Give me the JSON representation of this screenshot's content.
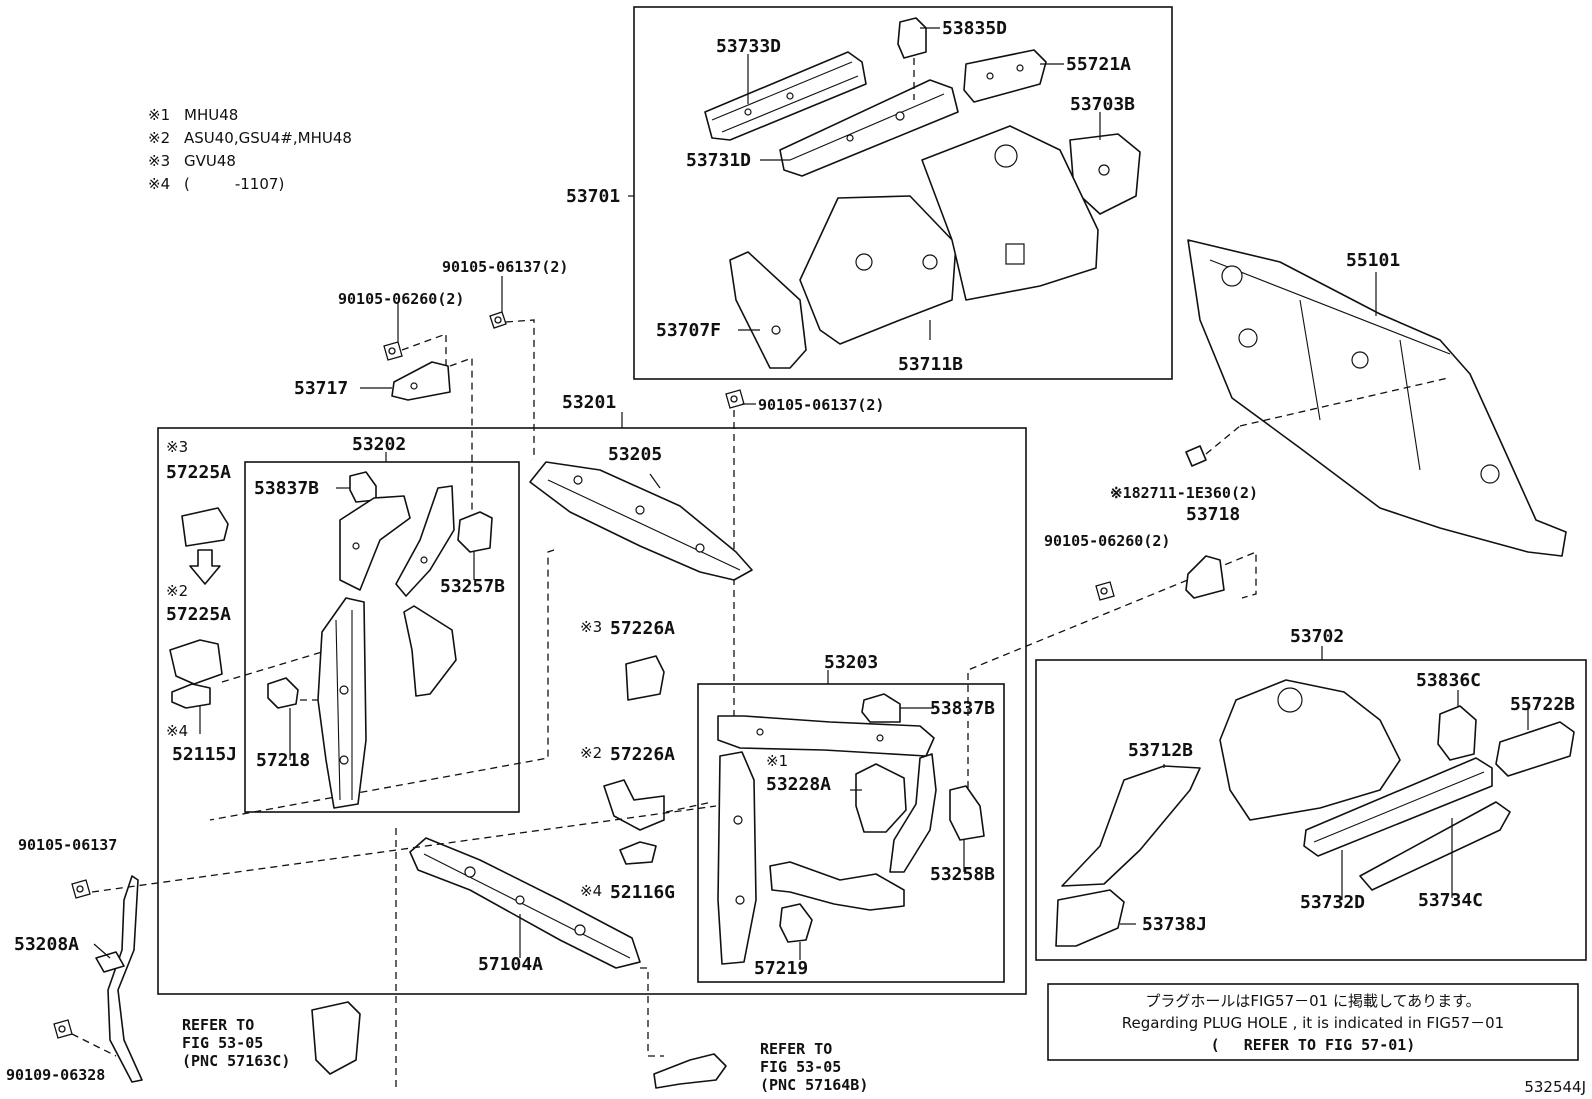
{
  "notes": [
    {
      "mark": "※1",
      "text": "MHU48"
    },
    {
      "mark": "※2",
      "text": "ASU40,GSU4#,MHU48"
    },
    {
      "mark": "※3",
      "text": "GVU48"
    },
    {
      "mark": "※4",
      "text": "(　　　-1107)"
    }
  ],
  "labels": {
    "p53733D": "53733D",
    "p53835D": "53835D",
    "p55721A": "55721A",
    "p53703B": "53703B",
    "p53731D": "53731D",
    "p53701": "53701",
    "p53707F": "53707F",
    "p53711B": "53711B",
    "p55101": "55101",
    "p90105_06137_2a": "90105-06137(2)",
    "p90105_06260_2a": "90105-06260(2)",
    "p53717": "53717",
    "p53201": "53201",
    "p90105_06137_2b": "90105-06137(2)",
    "m3a": "※3",
    "p57225A_1": "57225A",
    "m2a": "※2",
    "p57225A_2": "57225A",
    "m4a": "※4",
    "p52115J": "52115J",
    "p53202": "53202",
    "p53837B_1": "53837B",
    "p53257B": "53257B",
    "p57218": "57218",
    "p53205": "53205",
    "p82711": "※182711-1E360(2)",
    "p53718": "53718",
    "p90105_06260_2b": "90105-06260(2)",
    "m3b": "※3",
    "p57226A_1": "57226A",
    "m2b": "※2",
    "p57226A_2": "57226A",
    "m4b": "※4",
    "p52116G": "52116G",
    "p53203": "53203",
    "p53837B_2": "53837B",
    "m1": "※1",
    "p53228A": "53228A",
    "p53258B": "53258B",
    "p57219": "57219",
    "p57104A": "57104A",
    "p53702": "53702",
    "p53836C": "53836C",
    "p55722B": "55722B",
    "p53712B": "53712B",
    "p53732D": "53732D",
    "p53734C": "53734C",
    "p53738J": "53738J",
    "p90105_06137_c": "90105-06137",
    "p53208A": "53208A",
    "p90109_06328": "90109-06328"
  },
  "refer_left": {
    "l1": "REFER TO",
    "l2": "FIG 53-05",
    "l3": "(PNC 57163C)"
  },
  "refer_mid": {
    "l1": "REFER TO",
    "l2": "FIG 53-05",
    "l3": "(PNC 57164B)"
  },
  "info_box": {
    "line1": "プラグホールはFIG57－01 に掲載してあります。",
    "line2": "Regarding PLUG HOLE , it is indicated in FIG57－01",
    "line3": "(　 REFER TO FIG 57-01)"
  },
  "figure_code": "532544J"
}
